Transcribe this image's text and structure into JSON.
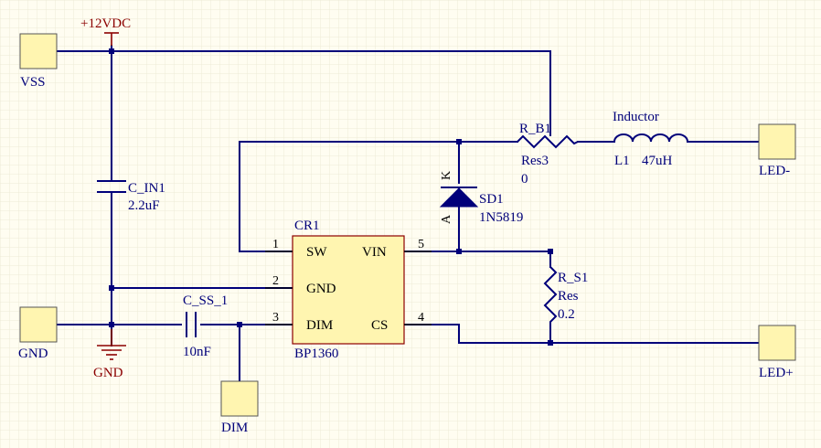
{
  "power": {
    "vcc_label": "+12VDC",
    "gnd_label": "GND"
  },
  "ports": {
    "vss": "VSS",
    "gnd": "GND",
    "dim": "DIM",
    "led_minus": "LED-",
    "led_plus": "LED+"
  },
  "ic": {
    "designator": "CR1",
    "part": "BP1360",
    "pins": [
      {
        "number": "1",
        "name": "SW"
      },
      {
        "number": "2",
        "name": "GND"
      },
      {
        "number": "3",
        "name": "DIM"
      },
      {
        "number": "4",
        "name": "CS"
      },
      {
        "number": "5",
        "name": "VIN"
      }
    ]
  },
  "components": {
    "c_in1": {
      "designator": "C_IN1",
      "value": "2.2uF"
    },
    "c_ss_1": {
      "designator": "C_SS_1",
      "value": "10nF"
    },
    "r_b1": {
      "designator": "R_B1",
      "type": "Res3",
      "value": "0"
    },
    "inductor": {
      "comment": "Inductor",
      "designator": "L1",
      "value": "47uH"
    },
    "sd1": {
      "designator": "SD1",
      "part": "1N5819",
      "cathode": "K",
      "anode": "A"
    },
    "r_s1": {
      "designator": "R_S1",
      "type": "Res",
      "value": "0.2"
    }
  }
}
